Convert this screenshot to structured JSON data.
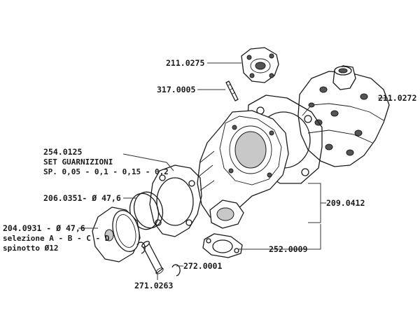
{
  "parts": {
    "p211_0275": "211.0275",
    "p317_0005": "317.0005",
    "p211_0272": "211.0272",
    "p254_0125_code": "254.0125",
    "p254_0125_name": "SET GUARNIZIONI",
    "p254_0125_sizes": "SP. 0,05 - 0,1 - 0,15 - 0,2",
    "p206_0351": "206.0351- Ø 47,6",
    "p209_0412": "209.0412",
    "p204_0931_code": "204.0931 - Ø 47,6",
    "p204_0931_sel": "selezione A - B - C - D",
    "p204_0931_pin": "spinotto Ø12",
    "p252_0009": "252.0009",
    "p272_0001": "272.0001",
    "p271_0263": "271.0263"
  }
}
